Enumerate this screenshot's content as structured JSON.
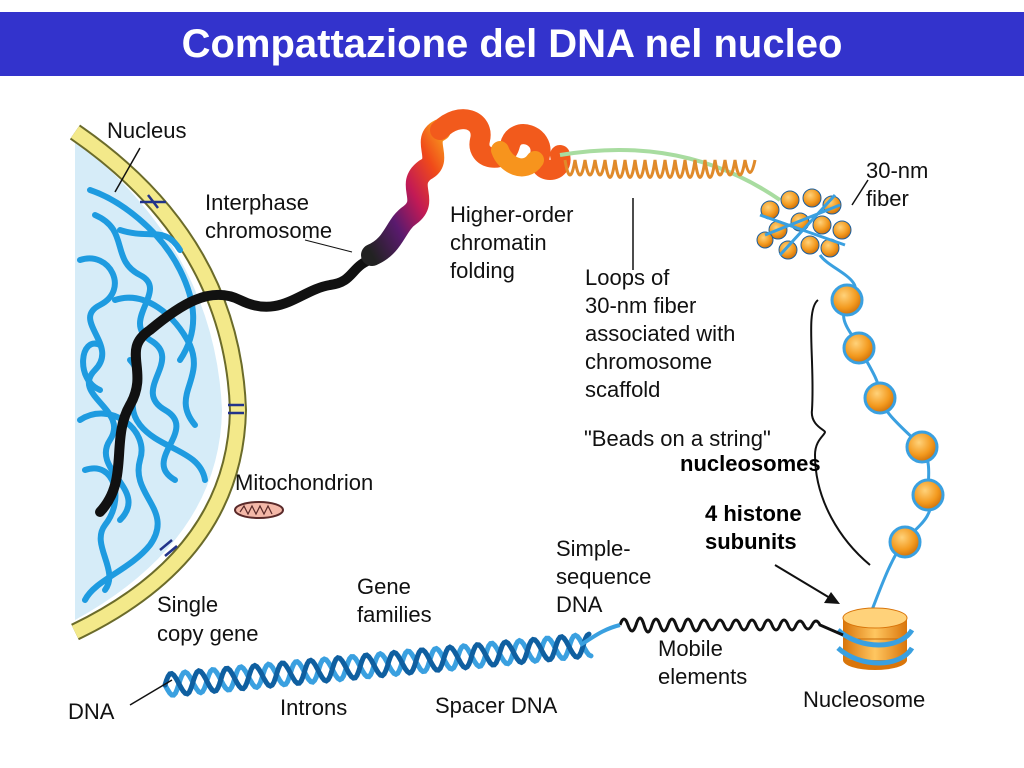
{
  "title": "Compattazione del DNA nel nucleo",
  "labels": {
    "nucleus": "Nucleus",
    "interphase_1": "Interphase",
    "interphase_2": "chromosome",
    "higher_1": "Higher-order",
    "higher_2": "chromatin",
    "higher_3": "folding",
    "fiber30_1": "30-nm",
    "fiber30_2": "fiber",
    "loops_1": "Loops of",
    "loops_2": "30-nm fiber",
    "loops_3": "associated with",
    "loops_4": "chromosome",
    "loops_5": "scaffold",
    "beads_1": "\"Beads on a string\"",
    "beads_2": "nucleosomes",
    "histone_1": "4 histone",
    "histone_2": "subunits",
    "mito": "Mitochondrion",
    "simple_1": "Simple-",
    "simple_2": "sequence",
    "simple_3": "DNA",
    "gene_fam_1": "Gene",
    "gene_fam_2": "families",
    "single_1": "Single",
    "single_2": "copy gene",
    "mobile_1": "Mobile",
    "mobile_2": "elements",
    "dna": "DNA",
    "introns": "Introns",
    "spacer": "Spacer DNA",
    "nucleosome": "Nucleosome"
  },
  "colors": {
    "title_bar": "#3333cc",
    "nucleoplasm": "#d6ecf8",
    "envelope": "#f3e98a",
    "chromatin_blue": "#1e9be0",
    "bead_orange": "#f39a1f",
    "dna_blue": "#3aa0e0"
  }
}
